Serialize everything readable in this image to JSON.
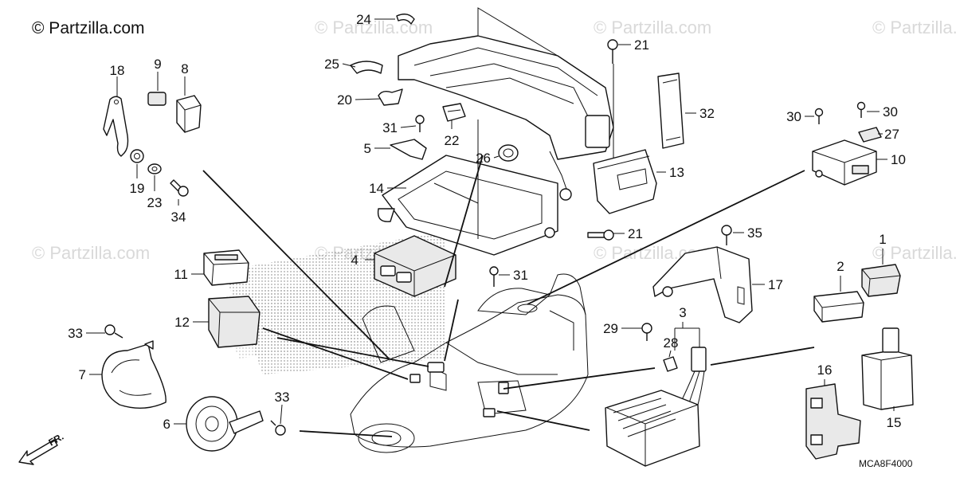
{
  "brand": "© Partzilla.com",
  "watermark": "© Partzilla.com",
  "diagram_code": "MCA8F4000",
  "front_indicator": "FR.",
  "callouts": [
    {
      "label": "1"
    },
    {
      "label": "2"
    },
    {
      "label": "3"
    },
    {
      "label": "4"
    },
    {
      "label": "5"
    },
    {
      "label": "6"
    },
    {
      "label": "7"
    },
    {
      "label": "8"
    },
    {
      "label": "9"
    },
    {
      "label": "10"
    },
    {
      "label": "11"
    },
    {
      "label": "12"
    },
    {
      "label": "13"
    },
    {
      "label": "14"
    },
    {
      "label": "15"
    },
    {
      "label": "16"
    },
    {
      "label": "17"
    },
    {
      "label": "18"
    },
    {
      "label": "19"
    },
    {
      "label": "20"
    },
    {
      "label": "21"
    },
    {
      "label": "21"
    },
    {
      "label": "22"
    },
    {
      "label": "23"
    },
    {
      "label": "24"
    },
    {
      "label": "25"
    },
    {
      "label": "26"
    },
    {
      "label": "27"
    },
    {
      "label": "28"
    },
    {
      "label": "29"
    },
    {
      "label": "30"
    },
    {
      "label": "30"
    },
    {
      "label": "31"
    },
    {
      "label": "31"
    },
    {
      "label": "32"
    },
    {
      "label": "33"
    },
    {
      "label": "33"
    },
    {
      "label": "34"
    },
    {
      "label": "35"
    }
  ]
}
